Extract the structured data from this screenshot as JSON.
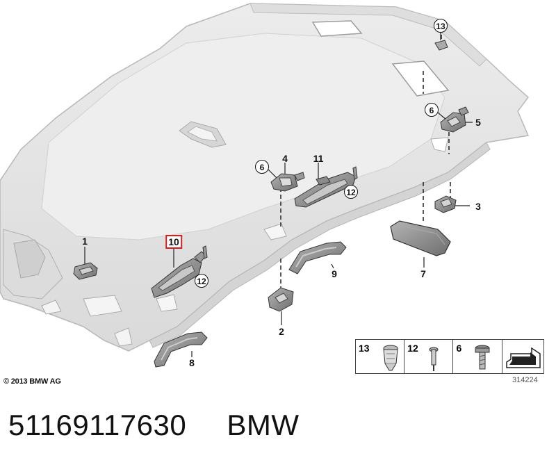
{
  "callouts": {
    "c1": "1",
    "c2": "2",
    "c3": "3",
    "c4": "4",
    "c5": "5",
    "c6a": "6",
    "c6b": "6",
    "c7": "7",
    "c8": "8",
    "c9": "9",
    "c10": "10",
    "c11": "11",
    "c12a": "12",
    "c12b": "12",
    "c13": "13"
  },
  "legend": {
    "items": [
      "13",
      "12",
      "6"
    ]
  },
  "copyright": "© 2013 BMW AG",
  "diagram_id": "314224",
  "part_number": "51169117630",
  "brand": "BMW",
  "colors": {
    "highlight": "#d21e1e",
    "part_fill": "#8c8c8c",
    "headliner": "#e6e6e6"
  }
}
